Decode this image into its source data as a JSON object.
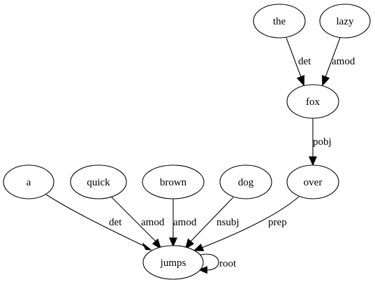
{
  "nodes": {
    "the": "the",
    "lazy": "lazy",
    "fox": "fox",
    "a": "a",
    "quick": "quick",
    "brown": "brown",
    "dog": "dog",
    "over": "over",
    "jumps": "jumps"
  },
  "edges": {
    "the_fox": "det",
    "lazy_fox": "amod",
    "fox_over": "pobj",
    "a_jumps": "det",
    "quick_jumps": "amod",
    "brown_jumps": "amod",
    "dog_jumps": "nsubj",
    "over_jumps": "prep",
    "jumps_root": "root"
  }
}
